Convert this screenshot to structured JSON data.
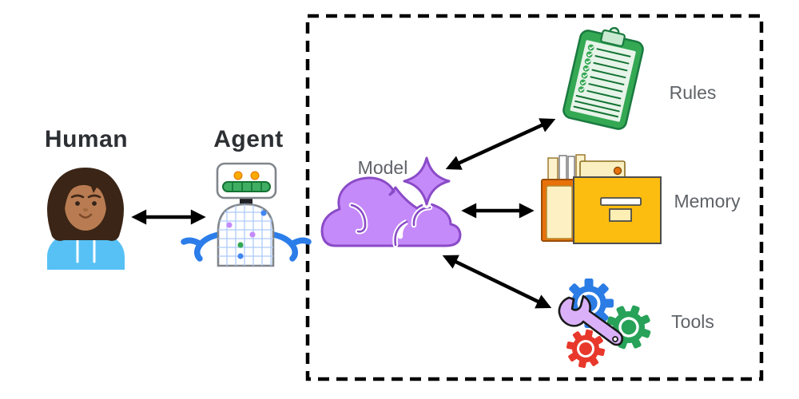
{
  "diagram": {
    "nodes": {
      "human": {
        "label": "Human"
      },
      "agent": {
        "label": "Agent"
      },
      "model": {
        "label": "Model"
      },
      "rules": {
        "label": "Rules"
      },
      "memory": {
        "label": "Memory"
      },
      "tools": {
        "label": "Tools"
      }
    },
    "icons": {
      "human": "person-avatar-icon",
      "agent": "robot-icon",
      "model": "cloud-sparkle-icon",
      "rules": "checklist-clipboard-icon",
      "memory": "file-drawer-icon",
      "tools": "gears-wrench-icon"
    },
    "connections": [
      {
        "from": "human",
        "to": "agent",
        "bidirectional": true
      },
      {
        "from": "model",
        "to": "rules",
        "bidirectional": true
      },
      {
        "from": "model",
        "to": "memory",
        "bidirectional": true
      },
      {
        "from": "model",
        "to": "tools",
        "bidirectional": true
      }
    ],
    "boundary": {
      "style": "dashed",
      "encloses": [
        "model",
        "rules",
        "memory",
        "tools"
      ]
    },
    "colors": {
      "model_purple": "#c58af9",
      "model_purple_outline": "#8a4bc7",
      "rules_green": "#34a853",
      "rules_paper": "#e7f4e9",
      "memory_yellow": "#fcbd10",
      "memory_orange": "#e8710a",
      "tools_gear_blue": "#2b7ce5",
      "tools_gear_green": "#27a258",
      "tools_gear_red": "#e8382b",
      "tools_wrench_purple": "#dab1f9",
      "agent_arm_blue": "#2b7de9",
      "agent_eye_yellow": "#f9ab00",
      "human_hoodie_blue": "#57c1f5",
      "human_skin": "#b97c52",
      "human_hair": "#3b2516",
      "label_dark": "#2c2f33",
      "label_gray": "#5f6368",
      "arrow_black": "#000000"
    }
  }
}
